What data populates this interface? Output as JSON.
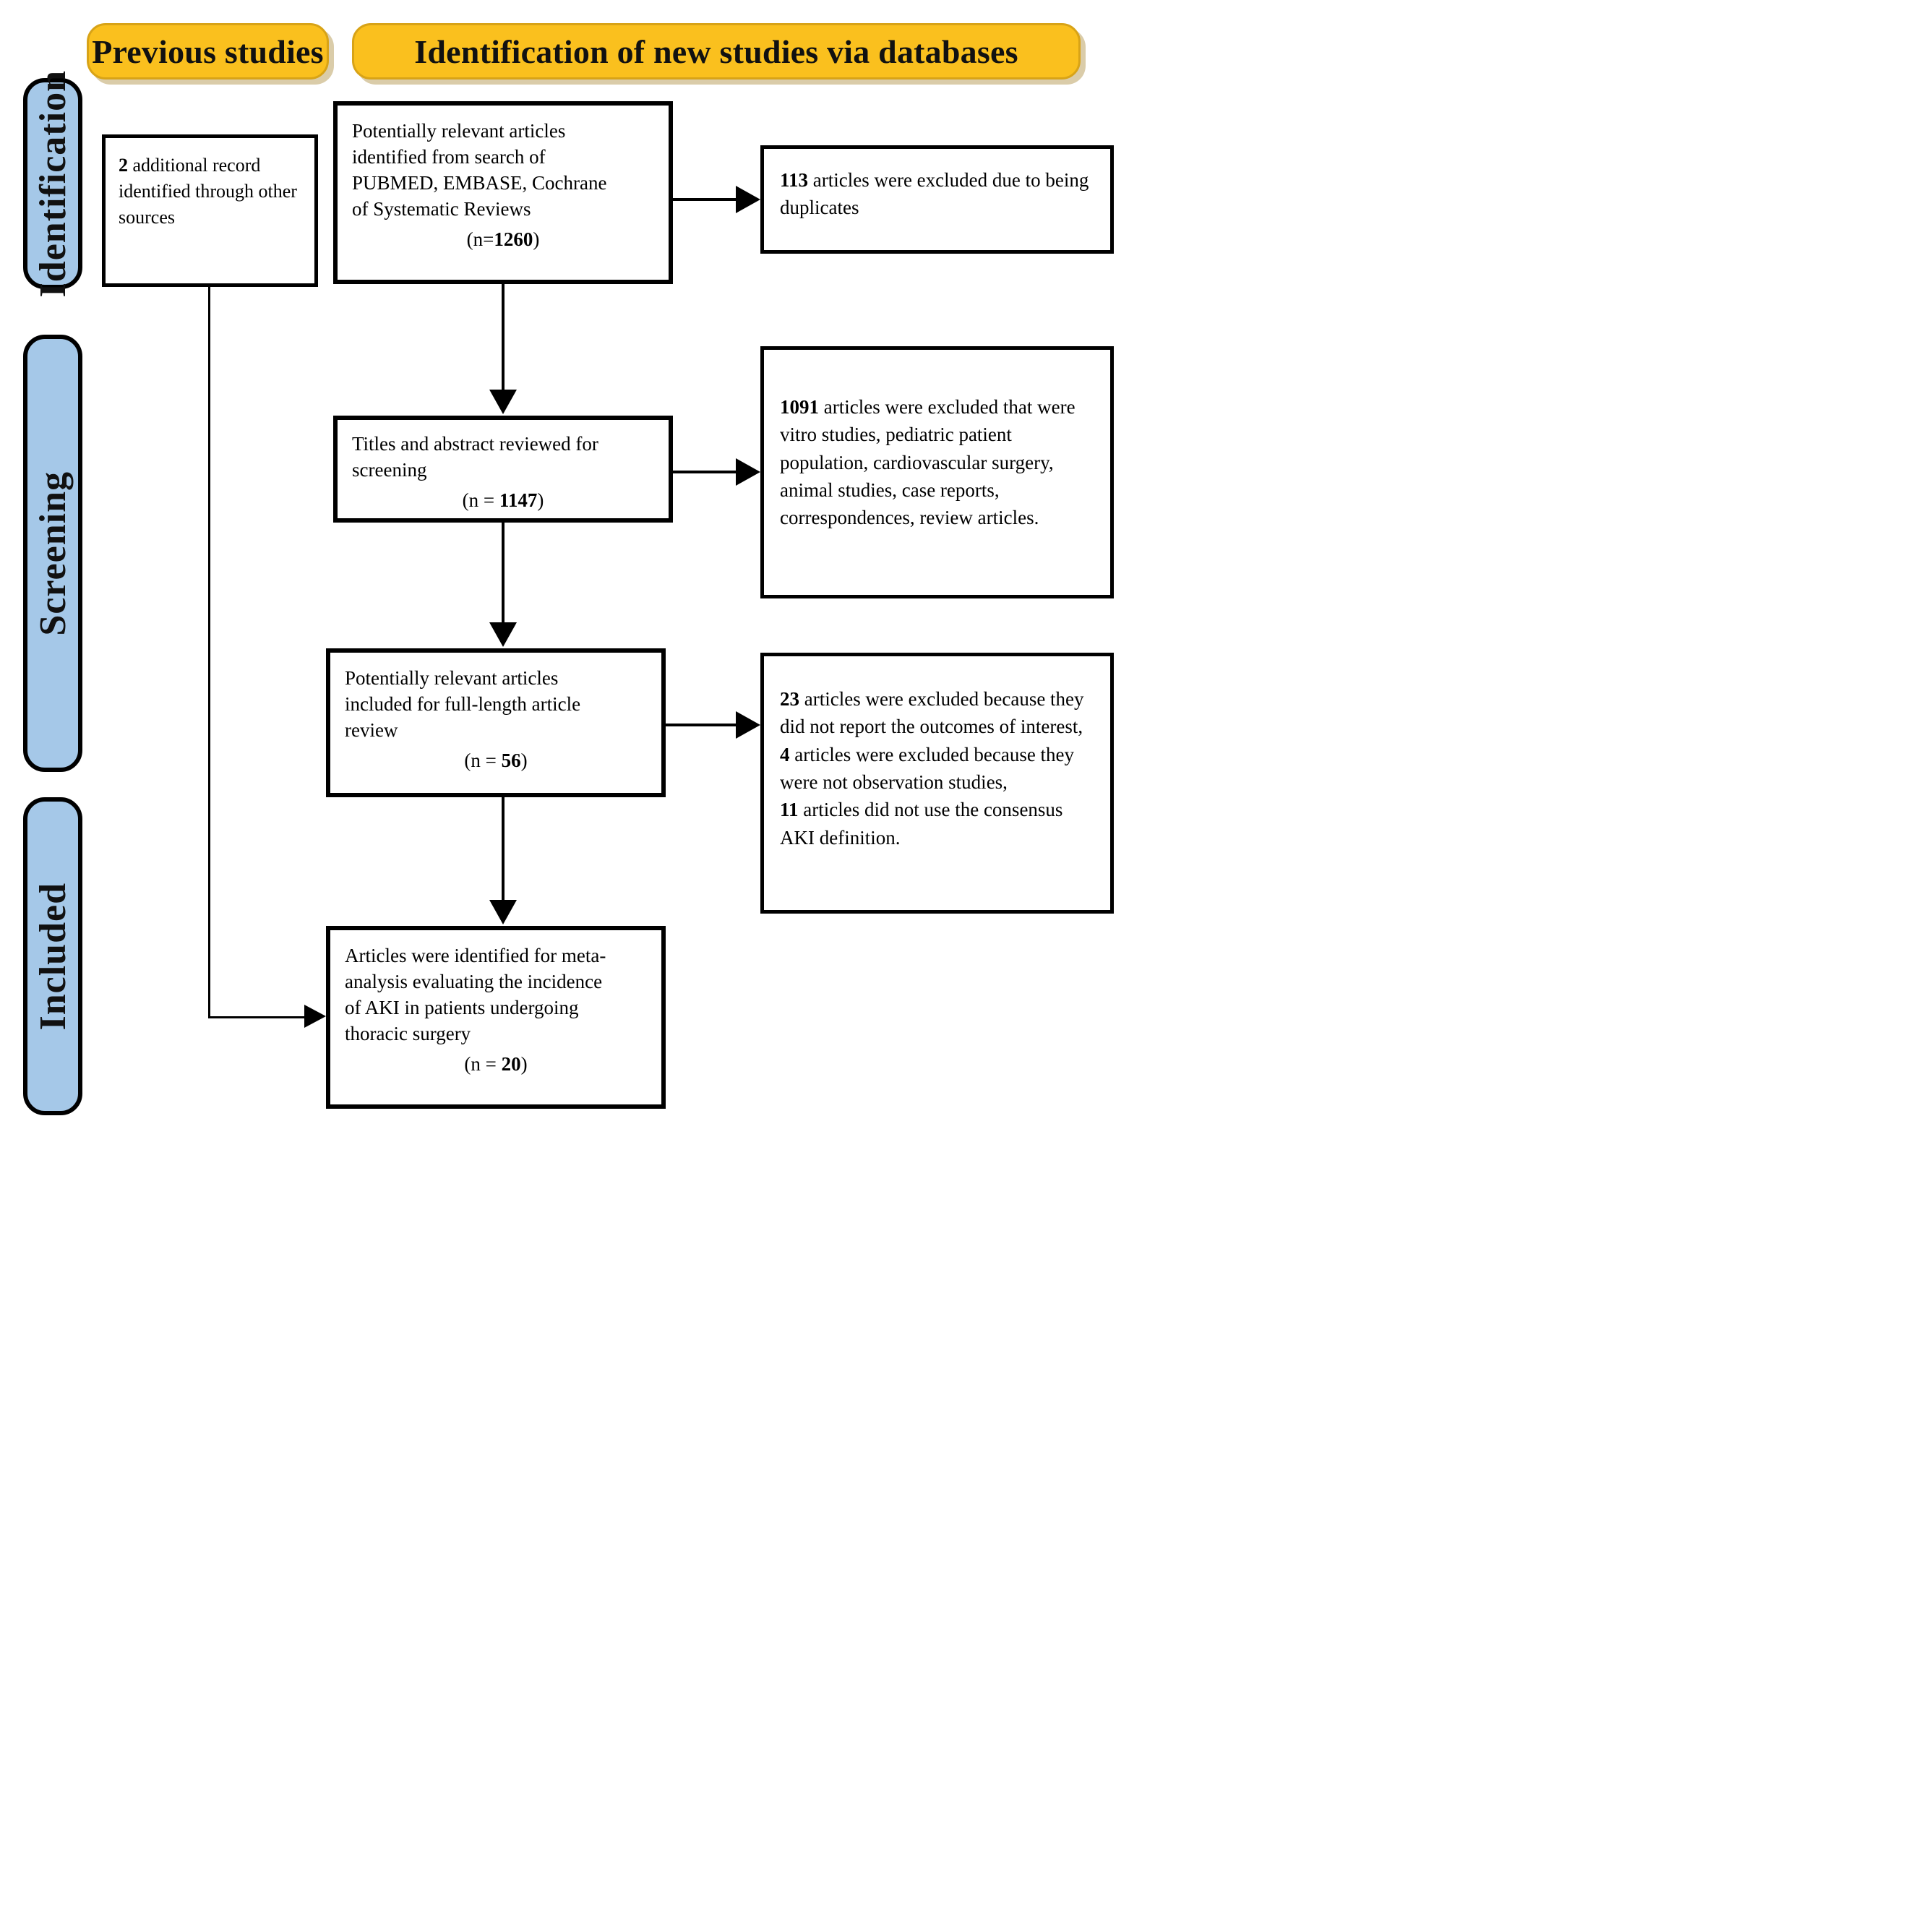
{
  "diagram": {
    "title": "PRISMA flow diagram",
    "colors": {
      "banner_fill": "#FAC01E",
      "banner_border": "#D8A317",
      "stage_fill": "#A5C8E8",
      "stage_border": "#000000",
      "box_border": "#000000",
      "connector": "#000000",
      "page_background": "#FFFFFF"
    }
  },
  "banners": [
    {
      "id": "previous-studies",
      "label": "Previous studies"
    },
    {
      "id": "identification-new",
      "label": "Identification of new studies via databases"
    }
  ],
  "stages": [
    {
      "id": "identification",
      "label": "Identification"
    },
    {
      "id": "screening",
      "label": "Screening"
    },
    {
      "id": "included",
      "label": "Included"
    }
  ],
  "boxes": {
    "additional_records": {
      "count": "2",
      "text": "additional record identified through other sources",
      "full": "2 additional record identified through other sources"
    },
    "identified_search": {
      "line1": "Potentially relevant articles",
      "line2": "identified from search of",
      "line3": "PUBMED, EMBASE, Cochrane",
      "line4": "of Systematic Reviews",
      "n_prefix": "(n=",
      "n_value": "1260",
      "n_suffix": ")",
      "n_label": "(n=1260)"
    },
    "duplicates_excluded": {
      "count": "113",
      "text": "articles were excluded due to being duplicates",
      "full": "113 articles were excluded due to being duplicates"
    },
    "titles_abstracts": {
      "line1": "Titles and abstract reviewed for",
      "line2": "screening",
      "n_prefix": "(n = ",
      "n_value": "1147",
      "n_suffix": ")",
      "n_label": "(n = 1147)"
    },
    "screening_excluded": {
      "count": "1091",
      "text": "articles were excluded that were vitro studies, pediatric patient population, cardiovascular surgery, animal studies, case reports, correspondences, review articles.",
      "full": "1091 articles were excluded that were vitro studies, pediatric patient population, cardiovascular surgery, animal studies, case reports, correspondences, review articles."
    },
    "full_text_review": {
      "line1": "Potentially relevant articles",
      "line2": "included for full-length article",
      "line3": "review",
      "n_prefix": "(n = ",
      "n_value": "56",
      "n_suffix": ")",
      "n_label": "(n = 56)"
    },
    "fulltext_excluded": {
      "reasons": [
        {
          "count": "23",
          "text": "articles were excluded because they did not report the outcomes of interest,"
        },
        {
          "count": "4",
          "text": "articles were excluded because they were not observation studies,"
        },
        {
          "count": "11",
          "text": "articles did not use the consensus AKI definition."
        }
      ]
    },
    "included_final": {
      "line1": "Articles were identified for meta-",
      "line2": "analysis evaluating the incidence",
      "line3": "of AKI in patients undergoing",
      "line4": "thoracic surgery",
      "n_prefix": "(n = ",
      "n_value": "20",
      "n_suffix": ")",
      "n_label": "(n = 20)"
    }
  }
}
